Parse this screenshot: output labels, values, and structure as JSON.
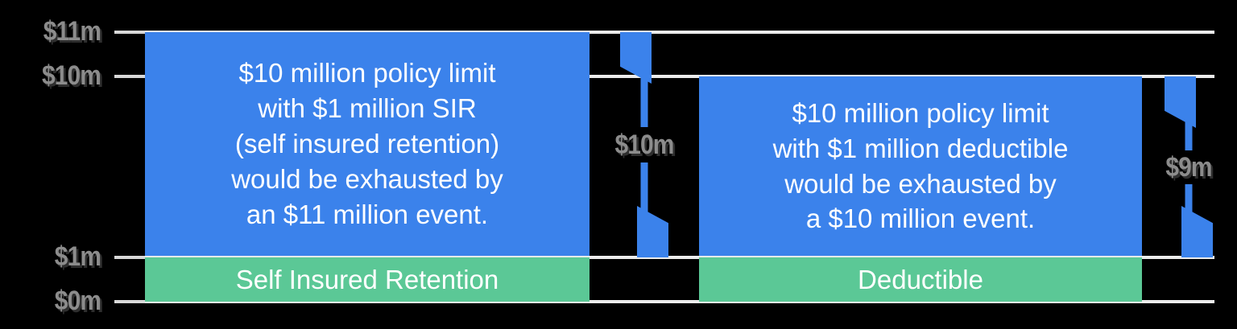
{
  "chart_data": {
    "type": "bar",
    "title": "",
    "subtitle": "",
    "xlabel": "",
    "ylabel": "",
    "ylim": [
      0,
      11.6
    ],
    "grid": true,
    "legend_position": "none",
    "y_ticks": [
      {
        "label": "$0m",
        "value": 0
      },
      {
        "label": "$1m",
        "value": 1
      },
      {
        "label": "$10m",
        "value": 10
      },
      {
        "label": "$11m",
        "value": 11
      }
    ],
    "categories": [
      "Self Insured Retention",
      "Deductible"
    ],
    "series": [
      {
        "name": "Retention / Deductible layer",
        "color": "#5bc896",
        "values": [
          1,
          1
        ]
      },
      {
        "name": "Policy limit layer",
        "color": "#3b82eb",
        "values": [
          10,
          9
        ]
      }
    ],
    "annotations": [
      {
        "label": "$10m",
        "from": 1,
        "to": 11,
        "group": "Self Insured Retention"
      },
      {
        "label": "$9m",
        "from": 1,
        "to": 10,
        "group": "Deductible"
      }
    ]
  },
  "colors": {
    "background": "#000000",
    "blue": "#3b82eb",
    "green": "#5bc896",
    "gridline": "#ececec",
    "axis_text": "#8c8c8c",
    "bar_text": "#ffffff"
  },
  "axis": {
    "ticks": [
      {
        "label": "$11m"
      },
      {
        "label": "$10m"
      },
      {
        "label": "$1m"
      },
      {
        "label": "$0m"
      }
    ]
  },
  "columns": [
    {
      "id": "sir",
      "blue_text": "$10 million policy limit\nwith $1 million SIR\n(self insured retention)\nwould be exhausted by\nan $11 million event.",
      "green_label": "Self Insured Retention",
      "arrow_label": "$10m"
    },
    {
      "id": "deductible",
      "blue_text": "$10 million policy limit\nwith $1 million deductible\nwould be exhausted by\na $10 million event.",
      "green_label": "Deductible",
      "arrow_label": "$9m"
    }
  ]
}
